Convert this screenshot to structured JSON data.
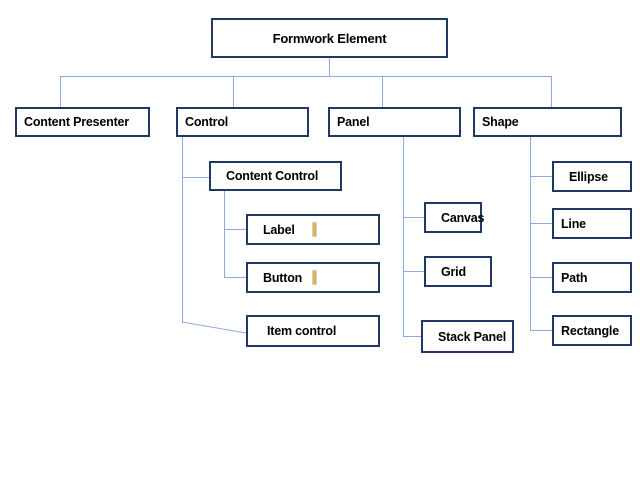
{
  "diagram": {
    "title": "Formwork Element",
    "type": "hierarchy-tree",
    "colors": {
      "box_border": "#1F3864",
      "connector": "#8FAADC",
      "text": "#000000",
      "background": "#FFFFFF",
      "caret": "#E8B04B"
    },
    "root": {
      "label": "Formwork Element"
    },
    "level2": [
      {
        "label": "Content Presenter"
      },
      {
        "label": "Control"
      },
      {
        "label": "Panel"
      },
      {
        "label": "Shape"
      }
    ],
    "control_children": [
      {
        "label": "Content Control"
      },
      {
        "label": "Item control"
      }
    ],
    "content_control_children": [
      {
        "label": "Label",
        "caret": true
      },
      {
        "label": "Button",
        "caret": true
      }
    ],
    "panel_children": [
      {
        "label": "Canvas"
      },
      {
        "label": "Grid"
      },
      {
        "label": "Stack Panel"
      }
    ],
    "shape_children": [
      {
        "label": "Ellipse"
      },
      {
        "label": "Line"
      },
      {
        "label": "Path"
      },
      {
        "label": "Rectangle"
      }
    ]
  }
}
